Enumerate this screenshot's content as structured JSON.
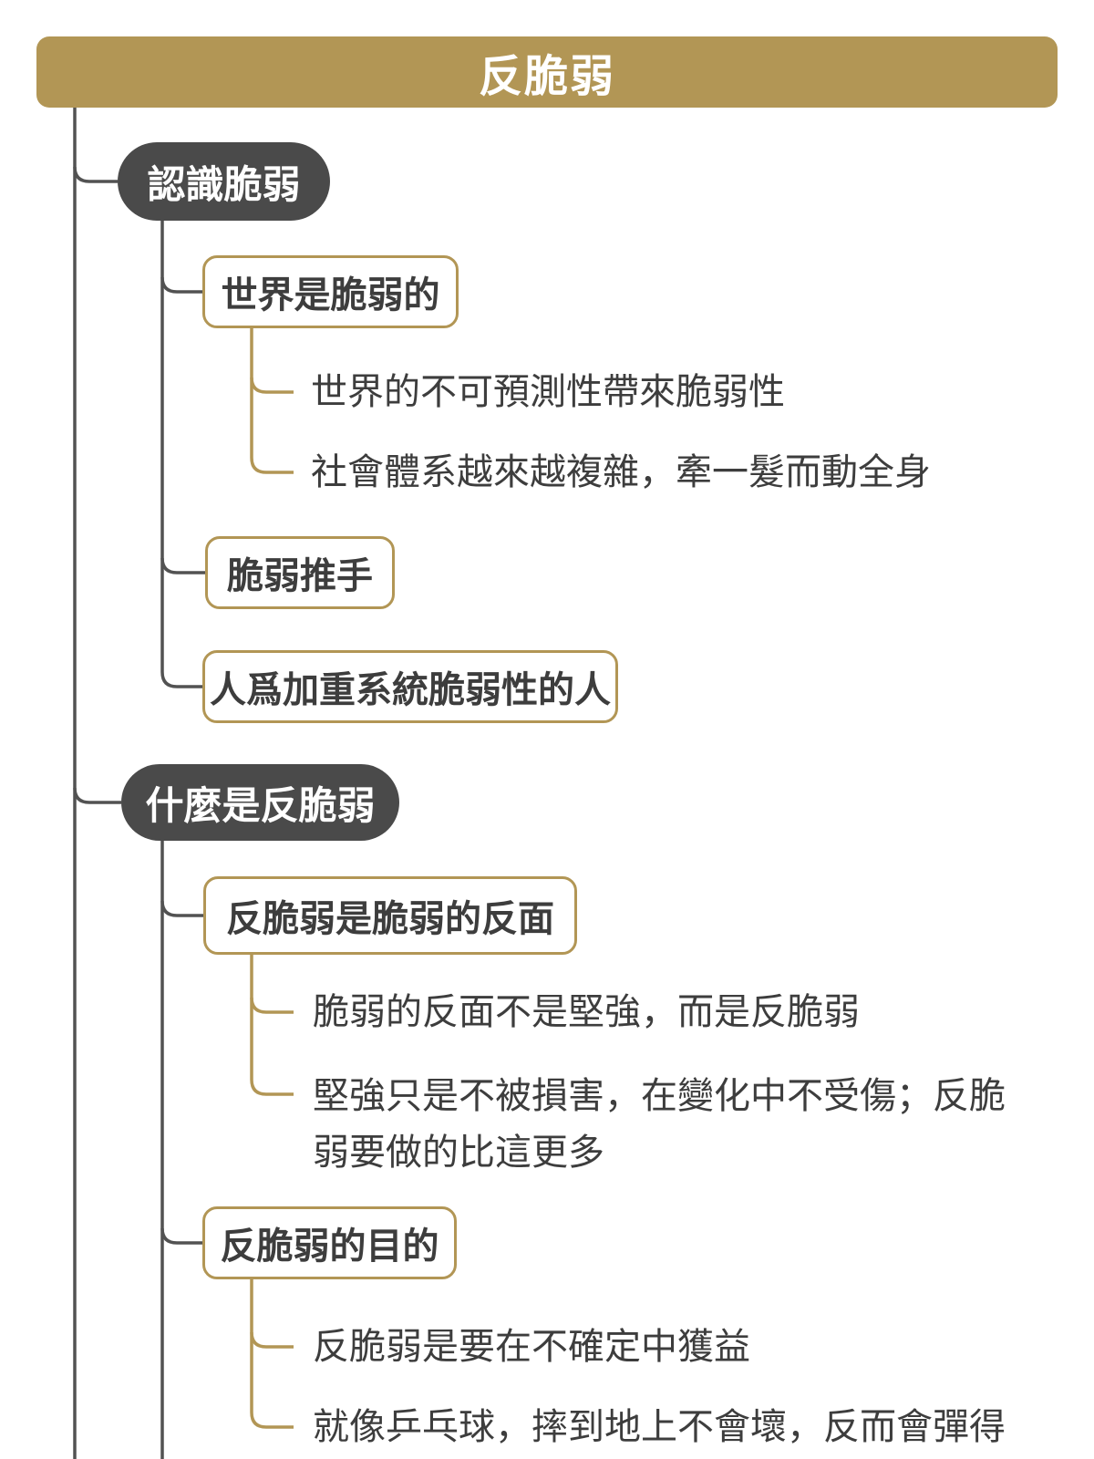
{
  "colors": {
    "gold": "#B29655",
    "dark_gray": "#4A4A4A",
    "text_gray": "#3D3D3D",
    "background": "#FFFFFF"
  },
  "root": {
    "label": "反脆弱"
  },
  "branches": [
    {
      "label": "認識脆弱",
      "children": [
        {
          "label": "世界是脆弱的",
          "children": [
            "世界的不可預測性帶來脆弱性",
            "社會體系越來越複雜，牽一髮而動全身"
          ]
        },
        {
          "label": "脆弱推手",
          "children": []
        },
        {
          "label": "人爲加重系統脆弱性的人",
          "children": []
        }
      ]
    },
    {
      "label": "什麼是反脆弱",
      "children": [
        {
          "label": "反脆弱是脆弱的反面",
          "children": [
            "脆弱的反面不是堅強，而是反脆弱",
            "堅強只是不被損害，在變化中不受傷；反脆弱要做的比這更多"
          ]
        },
        {
          "label": "反脆弱的目的",
          "children": [
            "反脆弱是要在不確定中獲益",
            "就像乒乓球，摔到地上不會壞，反而會彈得"
          ]
        }
      ]
    }
  ]
}
